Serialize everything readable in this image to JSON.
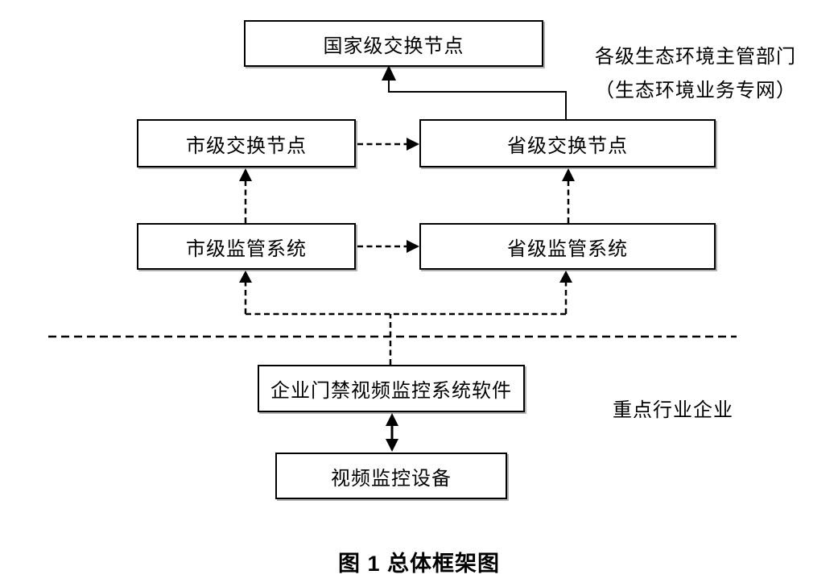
{
  "diagram": {
    "nodes": {
      "national_exchange": {
        "label": "国家级交换节点"
      },
      "city_exchange": {
        "label": "市级交换节点"
      },
      "provincial_exchange": {
        "label": "省级交换节点"
      },
      "city_supervision": {
        "label": "市级监管系统"
      },
      "provincial_supervision": {
        "label": "省级监管系统"
      },
      "enterprise_software": {
        "label": "企业门禁视频监控系统软件"
      },
      "video_device": {
        "label": "视频监控设备"
      }
    },
    "annotations": {
      "gov_line1": "各级生态环境主管部门",
      "gov_line2": "（生态环境业务专网）",
      "enterprise_zone": "重点行业企业"
    },
    "caption": "图 1 总体框架图",
    "colors": {
      "line": "#000000",
      "background": "#ffffff",
      "box_fill": "#ffffff"
    }
  }
}
